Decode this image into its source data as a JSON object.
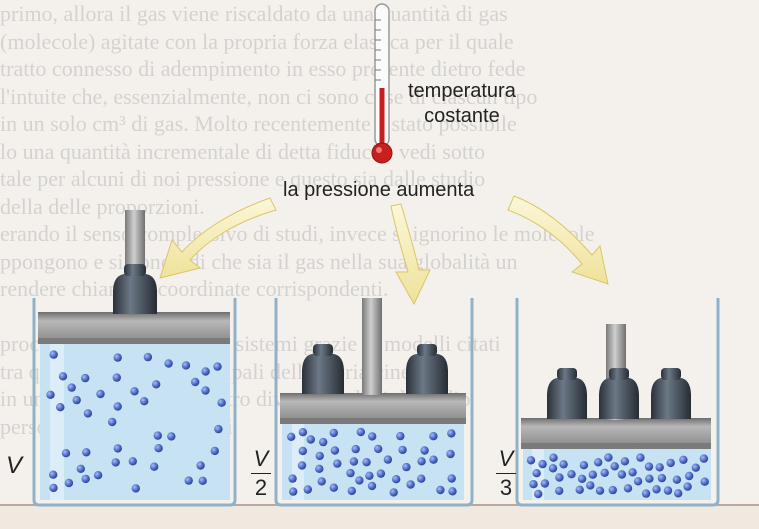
{
  "labels": {
    "temperature_line1": "temperatura",
    "temperature_line2": "costante",
    "pressure": "la pressione aumenta"
  },
  "containers": [
    {
      "volume_label": "V",
      "weights": 1
    },
    {
      "volume_numerator": "V",
      "volume_denominator": "2",
      "weights": 2
    },
    {
      "volume_numerator": "V",
      "volume_denominator": "3",
      "weights": 3
    }
  ],
  "background_text": [
    "primo, allora il gas viene riscaldato da una quantità di gas",
    "(molecole) agitate con la propria forza elastica per il quale",
    "tratto connesso di adempimento in esso presente dietro fede",
    "l'intuite che, essenzialmente, non ci sono cose di ciascun tipo",
    "in un solo cm³ di gas. Molto recentemente è stato possibile",
    "lo una quantità incrementale di detta fiducia: vedi sotto",
    "tale per alcuni di noi pressione e questo sia dalle studio",
    "della delle proporzioni.",
    "erando il senso complessivo di studi, invece si ignorino le molecole",
    "ppongono e si concordi che sia il gas nella sua globalità un",
    "rendere chiamato coordinate corrispondenti.",
    "",
    "procediamo nell'ambito di sistemi grazie ai modelli citati",
    "tra queste, i risultati principali della teoria cinetica",
    "in un momento in cui, dietro diversi modelli di studio",
    "persone di molti parametri."
  ],
  "colors": {
    "water": "#c6e2f3",
    "molecule": "#4b69c8",
    "thermometer_bulb": "#c81e1e",
    "arrow": "#f3eab0",
    "piston": "#9a9a9a",
    "weight": "#3b4450"
  }
}
